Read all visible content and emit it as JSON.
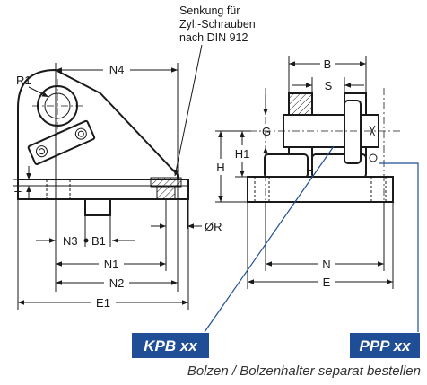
{
  "note": {
    "line1": "Senkung für",
    "line2": "Zyl.-Schrauben",
    "line3": "nach DIN 912"
  },
  "left_view": {
    "n4": "N4",
    "r1": "R1",
    "t": "T",
    "n3": "N3",
    "b1": "B1",
    "diam_r": "ØR",
    "n1": "N1",
    "n2": "N2",
    "e1": "E1"
  },
  "right_view": {
    "b": "B",
    "s": "S",
    "g": "G",
    "h1": "H1",
    "h": "H",
    "n": "N",
    "e": "E"
  },
  "tags": {
    "kpb": "KPB xx",
    "ppp": "PPP xx",
    "color": "#1f4e96"
  },
  "footer": "Bolzen / Bolzenhalter separat bestellen"
}
